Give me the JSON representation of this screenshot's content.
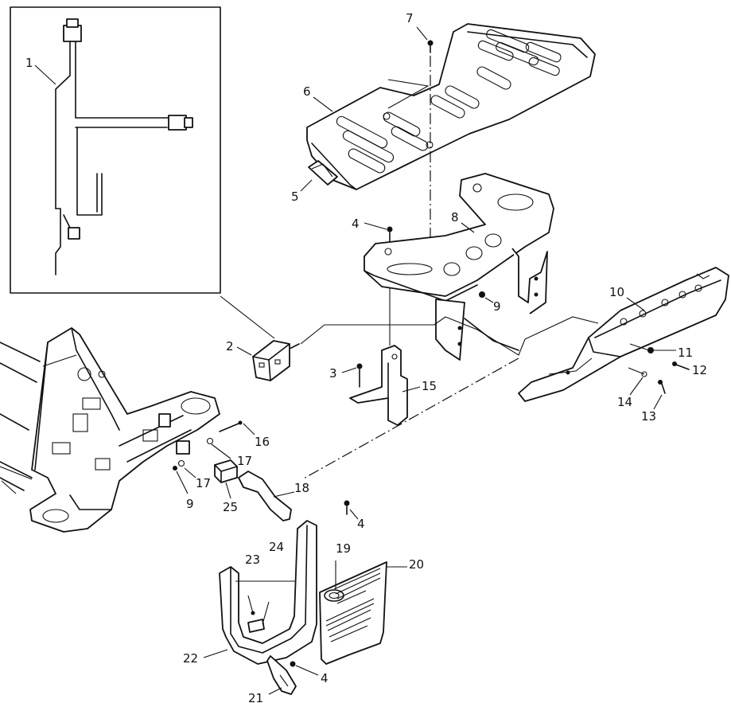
{
  "figure": {
    "type": "exploded-parts-diagram",
    "callouts": [
      {
        "id": "1",
        "label": "1"
      },
      {
        "id": "2",
        "label": "2"
      },
      {
        "id": "3",
        "label": "3"
      },
      {
        "id": "4a",
        "label": "4"
      },
      {
        "id": "4b",
        "label": "4"
      },
      {
        "id": "4c",
        "label": "4"
      },
      {
        "id": "5",
        "label": "5"
      },
      {
        "id": "6",
        "label": "6"
      },
      {
        "id": "7",
        "label": "7"
      },
      {
        "id": "8",
        "label": "8"
      },
      {
        "id": "9a",
        "label": "9"
      },
      {
        "id": "9b",
        "label": "9"
      },
      {
        "id": "10",
        "label": "10"
      },
      {
        "id": "11",
        "label": "11"
      },
      {
        "id": "12",
        "label": "12"
      },
      {
        "id": "13",
        "label": "13"
      },
      {
        "id": "14",
        "label": "14"
      },
      {
        "id": "15",
        "label": "15"
      },
      {
        "id": "16",
        "label": "16"
      },
      {
        "id": "17a",
        "label": "17"
      },
      {
        "id": "17b",
        "label": "17"
      },
      {
        "id": "18",
        "label": "18"
      },
      {
        "id": "19",
        "label": "19"
      },
      {
        "id": "20",
        "label": "20"
      },
      {
        "id": "21",
        "label": "21"
      },
      {
        "id": "22",
        "label": "22"
      },
      {
        "id": "23",
        "label": "23"
      },
      {
        "id": "24",
        "label": "24"
      },
      {
        "id": "25",
        "label": "25"
      }
    ]
  }
}
